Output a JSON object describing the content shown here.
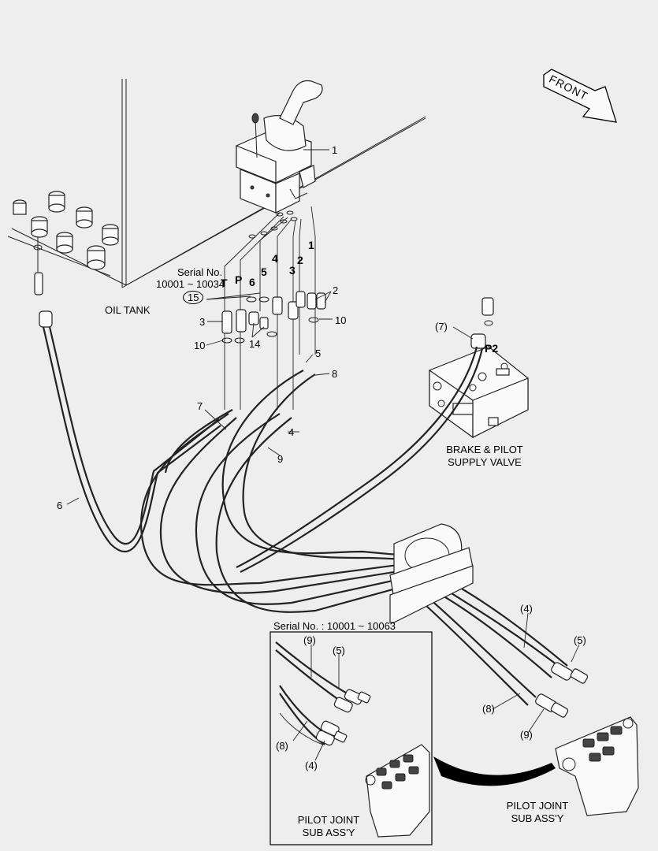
{
  "labels": {
    "front": "FRONT",
    "oil_tank": "OIL TANK",
    "serial_top_line1": "Serial No.",
    "serial_top_line2": "10001 ~ 10034",
    "serial_inset": "Serial No. : 10001 ~ 10063",
    "brake_valve_line1": "BRAKE & PILOT",
    "brake_valve_line2": "SUPPLY VALVE",
    "pilot_joint_line1": "PILOT JOINT",
    "pilot_joint_line2": "SUB ASS'Y",
    "inset_pilot_joint_line1": "PILOT JOINT",
    "inset_pilot_joint_line2": "SUB ASS'Y"
  },
  "ports": {
    "t": "T",
    "p": "P",
    "p6": "6",
    "p5": "5",
    "p4": "4",
    "p3": "3",
    "p2": "2",
    "p1": "1",
    "p2_valve": "P2"
  },
  "callouts": {
    "c1": "1",
    "c2": "2",
    "c3": "3",
    "c4": "4",
    "c5": "5",
    "c6": "6",
    "c7": "7",
    "c8": "8",
    "c9": "9",
    "c10a": "10",
    "c10b": "10",
    "c14": "14",
    "c15": "15",
    "r7": "(7)",
    "r4": "(4)",
    "r5": "(5)",
    "r8": "(8)",
    "r9": "(9)",
    "i9": "(9)",
    "i5": "(5)",
    "i8": "(8)",
    "i4": "(4)"
  }
}
